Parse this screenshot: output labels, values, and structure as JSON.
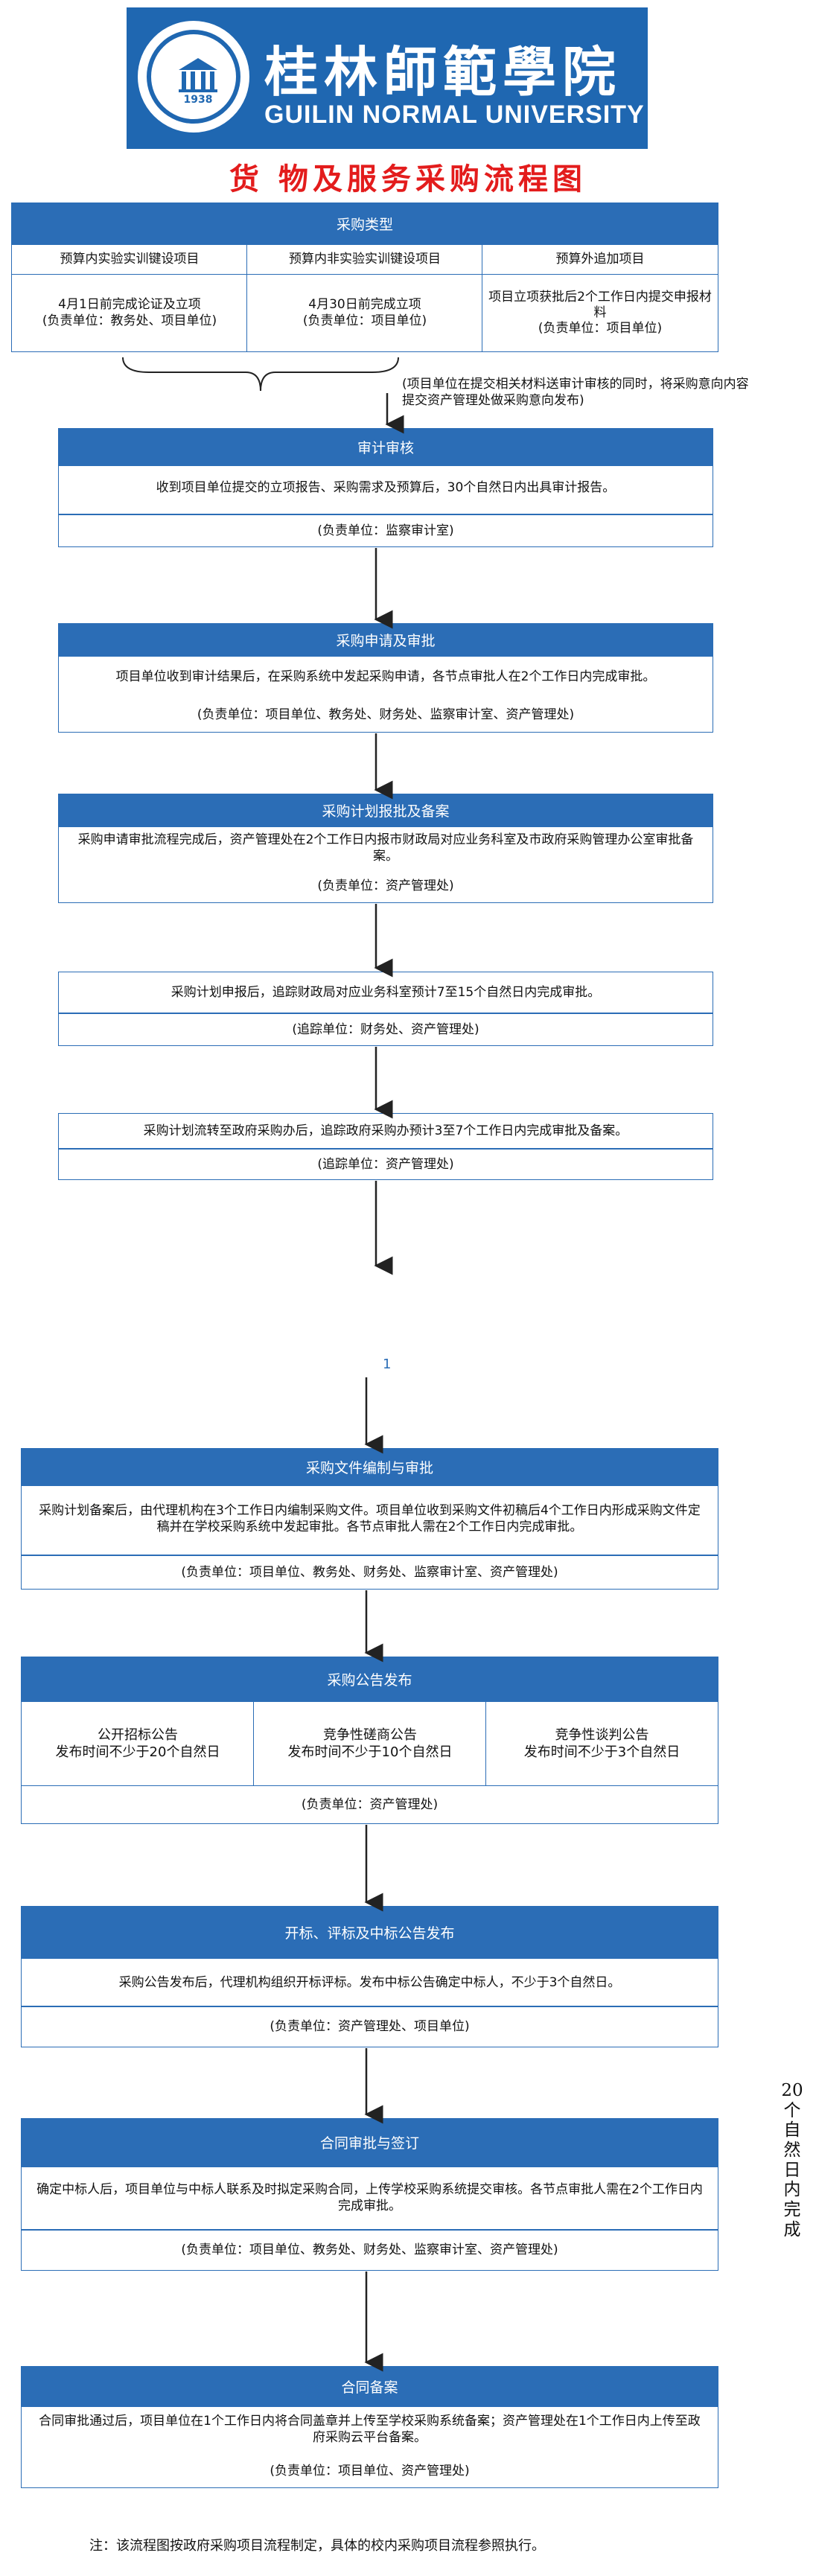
{
  "header": {
    "school_cn": "桂林師範學院",
    "school_en": "GUILIN NORMAL UNIVERSITY",
    "seal_year": "1938",
    "title": "货 物及服务采购流程图",
    "colors": {
      "banner": "#1f67b1",
      "title": "#e31c1c",
      "box": "#2b6db6"
    }
  },
  "steps": {
    "type": {
      "title": "采购类型",
      "columns": [
        {
          "label": "预算内实验实训键设项目",
          "detail": "4月1日前完成论证及立项\n(负责单位：教务处、项目单位)"
        },
        {
          "label": "预算内非实验实训键设项目",
          "detail": "4月30日前完成立项\n(负责单位：项目单位)"
        },
        {
          "label": "预算外追加项目",
          "detail": "项目立项获批后2个工作日内提交申报材料\n(负责单位：项目单位)"
        }
      ]
    },
    "bracket_note": "(项目单位在提交相关材料送审计审核的同时，将采购意向内容提交资产管理处做采购意向发布)",
    "audit": {
      "title": "审计审核",
      "text": "收到项目单位提交的立项报告、采购需求及预算后，30个自然日内出具审计报告。",
      "owner": "(负责单位：监察审计室)"
    },
    "apply": {
      "title": "采购申请及审批",
      "text": "项目单位收到审计结果后，在采购系统中发起采购申请，各节点审批人在2个工作日内完成审批。",
      "owner": "(负责单位：项目单位、教务处、财务处、监察审计室、资产管理处)"
    },
    "plan": {
      "title": "采购计划报批及备案",
      "text": "采购申请审批流程完成后，资产管理处在2个工作日内报市财政局对应业务科室及市政府采购管理办公室审批备案。",
      "owner": "(负责单位：资产管理处)"
    },
    "track1": {
      "text": "采购计划申报后，追踪财政局对应业务科室预计7至15个自然日内完成审批。",
      "owner": "(追踪单位：财务处、资产管理处)"
    },
    "track2": {
      "text": "采购计划流转至政府采购办后，追踪政府采购办预计3至7个工作日内完成审批及备案。",
      "owner": "(追踪单位：资产管理处)"
    },
    "page_number": "1",
    "docs": {
      "title": "采购文件编制与审批",
      "text": "采购计划备案后，由代理机构在3个工作日内编制采购文件。项目单位收到采购文件初稿后4个工作日内形成采购文件定稿并在学校采购系统中发起审批。各节点审批人需在2个工作日内完成审批。",
      "owner": "(负责单位：项目单位、教务处、财务处、监察审计室、资产管理处)"
    },
    "notice": {
      "title": "采购公告发布",
      "columns": [
        "公开招标公告\n发布时间不少于20个自然日",
        "竞争性磋商公告\n发布时间不少于10个自然日",
        "竞争性谈判公告\n发布时间不少于3个自然日"
      ],
      "owner": "(负责单位：资产管理处)"
    },
    "bid": {
      "title": "开标、评标及中标公告发布",
      "text": "采购公告发布后，代理机构组织开标评标。发布中标公告确定中标人，不少于3个自然日。",
      "owner": "(负责单位：资产管理处、项目单位)"
    },
    "contract": {
      "title": "合同审批与签订",
      "text": "确定中标人后，项目单位与中标人联系及时拟定采购合同，上传学校采购系统提交审核。各节点审批人需在2个工作日内完成审批。",
      "owner": "(负责单位：项目单位、教务处、财务处、监察审计室、资产管理处)"
    },
    "filing": {
      "title": "合同备案",
      "text": "合同审批通过后，项目单位在1个工作日内将合同盖章并上传至学校采购系统备案；资产管理处在1个工作日内上传至政府采购云平台备案。",
      "owner": "(负责单位：项目单位、资产管理处)"
    }
  },
  "side_note": "20个自然日内完成",
  "footer_note": "注：该流程图按政府采购项目流程制定，具体的校内采购项目流程参照执行。"
}
